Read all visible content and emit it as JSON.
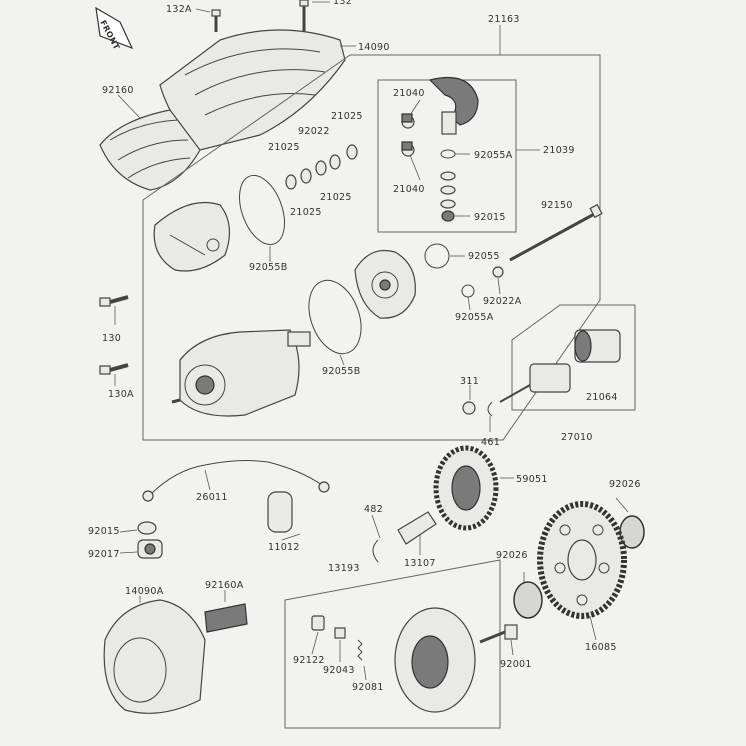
{
  "sheet_labels": {
    "front": "FRONT",
    "p132a": "132A",
    "p132": "132",
    "p14090": "14090",
    "p21163": "21163",
    "p92160": "92160",
    "p21040a": "21040",
    "p21040b": "21040",
    "p92055a_top": "92055A",
    "p21039": "21039",
    "p92015_top": "92015",
    "p92022": "92022",
    "p21025a": "21025",
    "p21025b": "21025",
    "p21025c": "21025",
    "p21025d": "21025",
    "p92150": "92150",
    "p92055b_top": "92055B",
    "p92055": "92055",
    "p92022a": "92022A",
    "p92055a_mid": "92055A",
    "p130": "130",
    "p130a": "130A",
    "p92055b_mid": "92055B",
    "p311": "311",
    "p461": "461",
    "p21064": "21064",
    "p27010": "27010",
    "p59051": "59051",
    "p26011": "26011",
    "p482": "482",
    "p92026a": "92026",
    "p92015_left": "92015",
    "p92017": "92017",
    "p11012": "11012",
    "p13107": "13107",
    "p92026b": "92026",
    "p13193": "13193",
    "p14090a": "14090A",
    "p92160a": "92160A",
    "p92122": "92122",
    "p92043": "92043",
    "p92081": "92081",
    "p92001": "92001",
    "p16085": "16085"
  }
}
